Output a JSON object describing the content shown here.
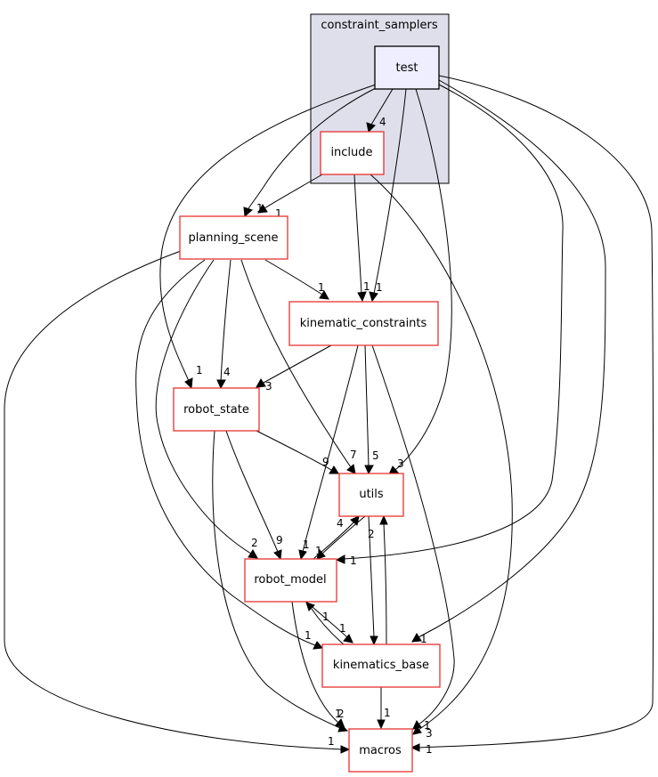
{
  "cluster": {
    "label": "constraint_samplers"
  },
  "nodes": {
    "test": "test",
    "include": "include",
    "planning_scene": "planning_scene",
    "kinematic_constraints": "kinematic_constraints",
    "robot_state": "robot_state",
    "utils": "utils",
    "robot_model": "robot_model",
    "kinematics_base": "kinematics_base",
    "macros": "macros"
  },
  "edges": {
    "test_include": "4",
    "test_planning_scene": "1",
    "include_planning_scene": "1",
    "test_kinematic_constraints": "1",
    "include_kinematic_constraints": "1",
    "planning_scene_kinematic_constraints": "1",
    "test_robot_state": "1",
    "planning_scene_robot_state": "4",
    "kinematic_constraints_robot_state": "3",
    "planning_scene_utils": "7",
    "kinematic_constraints_utils": "5",
    "test_utils": "3",
    "robot_state_utils": "9",
    "robot_model_utils": "4",
    "kinematics_base_utils": "2",
    "planning_scene_robot_model": "2",
    "robot_state_robot_model": "9",
    "kinematic_constraints_robot_model": "1",
    "utils_robot_model": "1",
    "test_robot_model": "1",
    "kinematics_base_robot_model": "1",
    "planning_scene_kinematics_base": "1",
    "robot_model_kinematics_base": "1",
    "utils_kinematics_base": "1",
    "test_kinematics_base": "1",
    "planning_scene_macros": "1",
    "robot_state_macros": "1",
    "robot_model_macros": "2",
    "kinematics_base_macros": "1",
    "kinematic_constraints_macros": "1",
    "include_macros": "3",
    "test_macros": "1"
  }
}
